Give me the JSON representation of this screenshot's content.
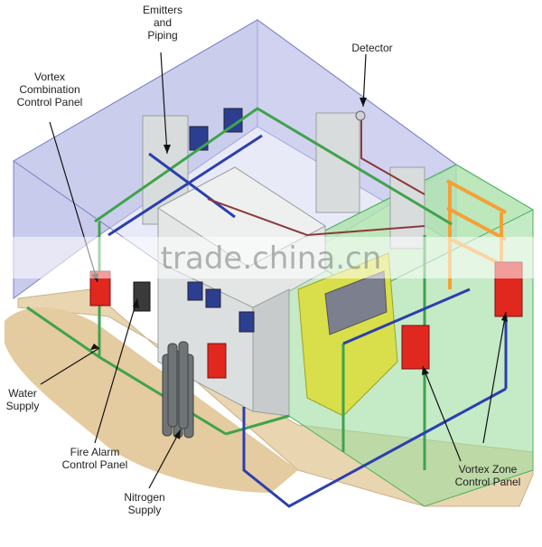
{
  "labels": {
    "emitters_line1": "Emitters",
    "emitters_line2": "and",
    "emitters_line3": "Piping",
    "detector": "Detector",
    "vortex_combo_line1": "Vortex",
    "vortex_combo_line2": "Combination",
    "vortex_combo_line3": "Control Panel",
    "water_line1": "Water",
    "water_line2": "Supply",
    "fire_alarm_line1": "Fire Alarm",
    "fire_alarm_line2": "Control Panel",
    "nitrogen_line1": "Nitrogen",
    "nitrogen_line2": "Supply",
    "vortex_zone_line1": "Vortex Zone",
    "vortex_zone_line2": "Control Panel"
  },
  "watermark": "trade.china.cn",
  "colors": {
    "room_wall": "#b7b9e6",
    "zone_green": "#9fdca0",
    "floor": "#e9d5b0",
    "pipe_green": "#3fa34d",
    "pipe_blue": "#2a3fb0",
    "panel_red": "#e0281f",
    "cabinet": "#d9dcdc",
    "console_yellow": "#d8df4a",
    "rack_orange": "#f5a035"
  }
}
